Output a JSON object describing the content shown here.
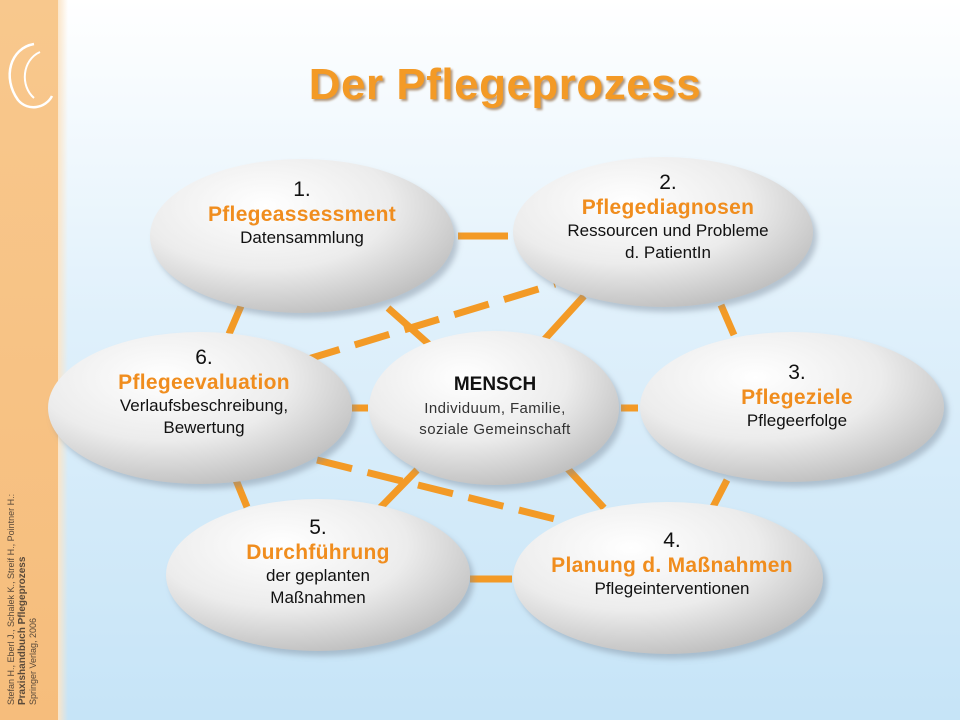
{
  "title": "Der Pflegeprozess",
  "credit": {
    "line1": "Stefan H., Eberl J., Schalek K., Streif H., Pointner H.:",
    "line2_prefix": "Praxishandbuch ",
    "line2_bold": "Pflegeprozess",
    "line3": "Springer Verlag, 2006"
  },
  "center": {
    "title": "MENSCH",
    "line1": "Individuum, Familie,",
    "line2": "soziale Gemeinschaft"
  },
  "steps": [
    {
      "number": "1.",
      "name": "Pflegeassessment",
      "desc1": "Datensammlung",
      "desc2": ""
    },
    {
      "number": "2.",
      "name": "Pflegediagnosen",
      "desc1": "Ressourcen und Probleme",
      "desc2": "d. PatientIn"
    },
    {
      "number": "3.",
      "name": "Pflegeziele",
      "desc1": "Pflegeerfolge",
      "desc2": ""
    },
    {
      "number": "4.",
      "name": "Planung d. Maßnahmen",
      "desc1": "Pflegeinterventionen",
      "desc2": ""
    },
    {
      "number": "5.",
      "name": "Durchführung",
      "desc1": "der geplanten",
      "desc2": "Maßnahmen"
    },
    {
      "number": "6.",
      "name": "Pflegeevaluation",
      "desc1": "Verlaufsbeschreibung,",
      "desc2": "Bewertung"
    }
  ],
  "colors": {
    "accent": "#f39a26",
    "connector": "#f39a26",
    "sidebar": "#f6bd7c"
  }
}
